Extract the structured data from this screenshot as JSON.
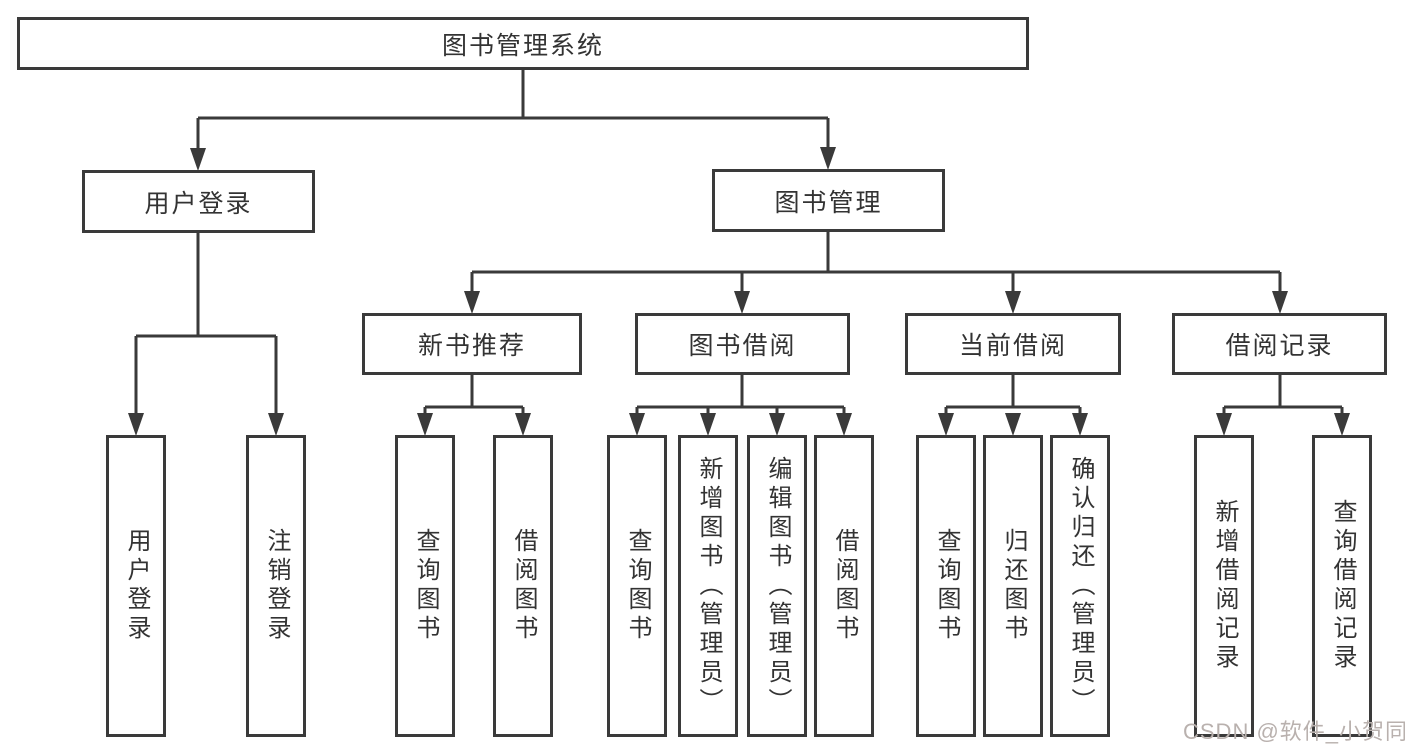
{
  "diagram": {
    "root": {
      "label": "图书管理系统"
    },
    "level2": [
      {
        "label": "用户登录"
      },
      {
        "label": "图书管理"
      }
    ],
    "level3": [
      {
        "label": "新书推荐"
      },
      {
        "label": "图书借阅"
      },
      {
        "label": "当前借阅"
      },
      {
        "label": "借阅记录"
      }
    ],
    "leaves": {
      "login": [
        {
          "label": "用户登录"
        },
        {
          "label": "注销登录"
        }
      ],
      "recommend": [
        {
          "label": "查询图书"
        },
        {
          "label": "借阅图书"
        }
      ],
      "borrow": [
        {
          "label": "查询图书"
        },
        {
          "label": "新增图书（管理员）"
        },
        {
          "label": "编辑图书（管理员）"
        },
        {
          "label": "借阅图书"
        }
      ],
      "current": [
        {
          "label": "查询图书"
        },
        {
          "label": "归还图书"
        },
        {
          "label": "确认归还（管理员）"
        }
      ],
      "records": [
        {
          "label": "新增借阅记录"
        },
        {
          "label": "查询借阅记录"
        }
      ]
    }
  },
  "watermark": {
    "text": "CSDN @软件_小贺同学"
  },
  "colors": {
    "line": "#3a3a3a",
    "text": "#333333",
    "watermark": "#b9b1ae",
    "background": "#ffffff"
  }
}
